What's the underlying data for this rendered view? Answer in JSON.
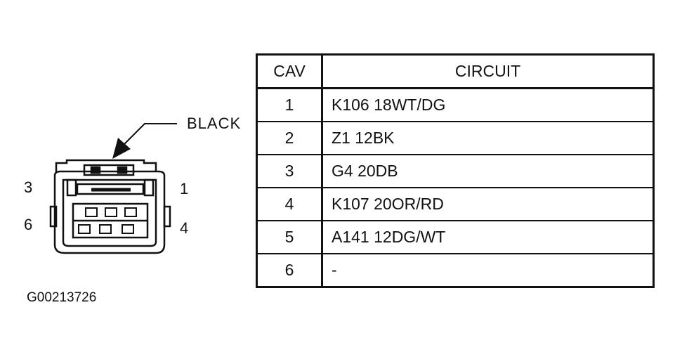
{
  "connector": {
    "color_label": "BLACK",
    "pin_labels": {
      "top_left": "3",
      "top_right": "1",
      "bottom_left": "6",
      "bottom_right": "4"
    }
  },
  "figure_id": "G00213726",
  "table": {
    "headers": {
      "cav": "CAV",
      "circuit": "CIRCUIT"
    },
    "rows": [
      {
        "cav": "1",
        "circuit": "K106 18WT/DG"
      },
      {
        "cav": "2",
        "circuit": "Z1 12BK"
      },
      {
        "cav": "3",
        "circuit": "G4 20DB"
      },
      {
        "cav": "4",
        "circuit": "K107 20OR/RD"
      },
      {
        "cav": "5",
        "circuit": "A141 12DG/WT"
      },
      {
        "cav": "6",
        "circuit": "-"
      }
    ]
  }
}
